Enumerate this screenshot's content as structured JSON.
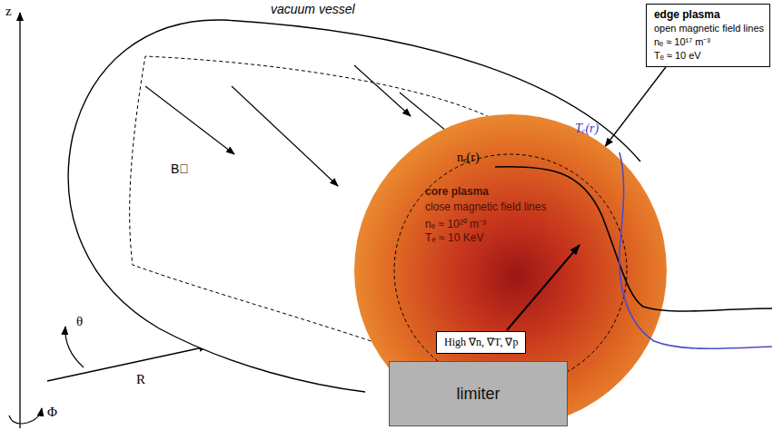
{
  "diagram": {
    "nodes": [
      {
        "text": [
          "edge plasma",
          "open magnetic field lines",
          "nₑ ≈ 10¹⁷ m⁻³",
          "Tₑ ≈ 10 eV"
        ]
      },
      {
        "text": [
          "core plasma",
          "close magnetic field lines",
          "nₑ ≈ 10²⁰ m⁻³",
          "Tₑ ≈ 10 KeV"
        ]
      },
      {
        "text": [
          "High ∇n, ∇T, ∇p"
        ],
        "in": 1
      },
      {
        "text": [
          "limiter"
        ],
        "in": 1
      }
    ],
    "edges": [
      {
        "from": 0,
        "to": 1,
        "arrow": "to"
      }
    ],
    "labels": [
      "z",
      "vacuum vessel",
      "B⃗",
      "θ",
      "R",
      "Φ",
      "nₑ(r)",
      "Tₑ(r)"
    ]
  }
}
